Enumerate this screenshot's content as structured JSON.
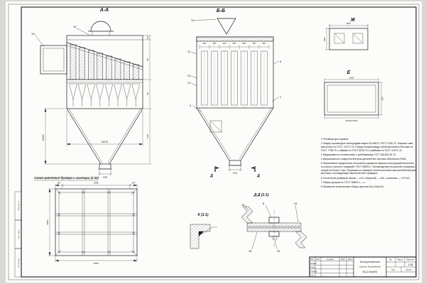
{
  "views": {
    "section_aa": {
      "label": "А-А",
      "callout_12": "12",
      "callout_10": "10",
      "dim_width": "2875",
      "dim_height": "1920",
      "dim_outlet": "1080",
      "dim_r1": "200",
      "dim_r2": "925",
      "dim_r3": "320",
      "dim_r4": "1205"
    },
    "section_bb": {
      "label": "Б-Б",
      "pitch": "280*",
      "callout_13": "13",
      "callout_11": "11",
      "callout_22": "22",
      "callout_21": "21",
      "callout_3": "3",
      "callout_5": "5",
      "callout_1": "1",
      "dim_outlet": "1020",
      "section_mark": "Д"
    },
    "detail_zh": {
      "label": "Ж",
      "dim_top": "600*",
      "dim_left": "400*"
    },
    "detail_e": {
      "label": "Е",
      "dim_top": "1020",
      "dim_right": "595",
      "dim_bottom": "8х130=1040"
    },
    "plan": {
      "title": "Схема крепления бункера к изоляции (1:20)",
      "dim_top": "2080*",
      "dim_bottom": "1880*",
      "dim_left": "2080*",
      "dim_seg_l": "180*",
      "dim_seg_r": "180*"
    },
    "detail_k": {
      "label": "К (1:1)"
    },
    "detail_dd": {
      "label": "Д-Д (1:1)",
      "callout_19": "19",
      "callout_6": "6",
      "callout_24": "24",
      "callout_15": "15",
      "callout_25": "25"
    }
  },
  "notes": {
    "items": [
      "1 *Размеры для справок.",
      "2 Сварку производить электродами марки Св-08Г2С ГОСТ 2246-70. Сварные швы выполнять по ГОСТ 14771-76. Сборку секций между собой выполнять болтами по ГОСТ 7798-70 с гайками по ГОСТ 5915-70 и шайбами по ГОСТ 11371-78.",
      "3 Маркировать в соответствии с требованиями ОСТ 108.630.30-79.",
      "4 Шероховатость поверхностей реза деталей без чертежа обеспечить Rz80.",
      "5 Неуказанные предельные отклонения размеров сварных конструкций выполнять по классу точности «средний» ГОСТ 30893.1. Несовпадение плоскостей стыкуемых секций не более 3 мм. Разрешается приварка технологических приспособлений для монтажа с последующей зачисткой мест приварки.",
      "6 Отклонения размеров: валов — h14, отверстий — H14, остальных — ±IT14/2.",
      "7 Общие допуски по ГОСТ 30893.1 — с.",
      "8 Проверить контрольную сборку циклона БЦ-2-6х(4х3)."
    ]
  },
  "title_block": {
    "name_line1": "Золоуловитель",
    "name_line2": "(циклон батарейный)",
    "name_line3": "БЦ-2-6х(4х3)",
    "scale": "1:35",
    "lit_label": "Лит.",
    "mass_label": "Масса",
    "scale_label": "Масштаб",
    "sheet_label": "Лист",
    "sheets_label": "Листов",
    "col_izm": "Изм.",
    "col_list": "Лист",
    "col_doc": "№ докум.",
    "col_sign": "Подп.",
    "col_date": "Дата",
    "role_1": "Разраб.",
    "role_2": "Пров.",
    "role_3": "Н.контр.",
    "role_4": "Утв."
  },
  "margin_stamps": {
    "s1": "Взам. инв. №",
    "s2": "Подп. и дата",
    "s3": "Инв. № подл."
  }
}
